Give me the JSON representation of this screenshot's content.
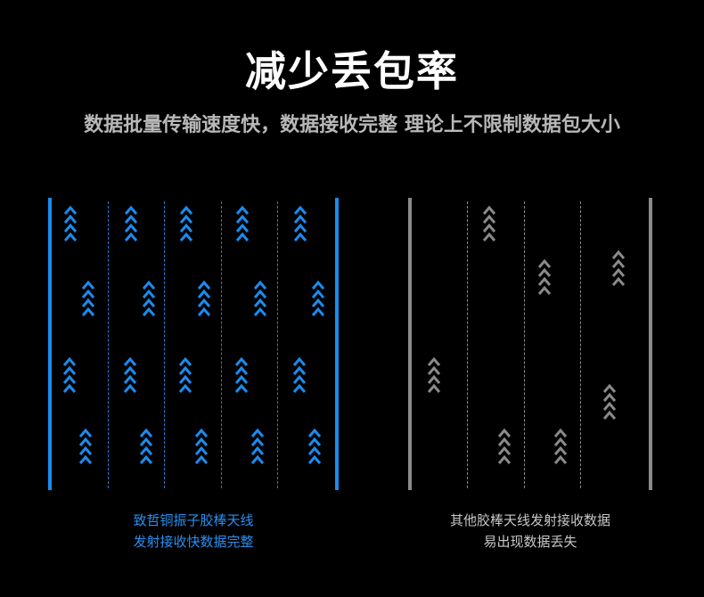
{
  "header": {
    "title": "减少丢包率",
    "subtitle": "数据批量传输速度快，数据接收完整 理论上不限制数据包大小"
  },
  "comparison": {
    "left": {
      "caption_line1": "致哲铜振子胶棒天线",
      "caption_line2": "发射接收快数据完整",
      "accent_color": "#1a8cf0",
      "caption_color": "#2a8ff0"
    },
    "right": {
      "caption_line1": "其他胶棒天线发射接收数据",
      "caption_line2": "易出现数据丢失",
      "accent_color": "#8a8a8a",
      "caption_color": "#c8c8c8"
    }
  },
  "icons": {
    "packet": "chevron-up-stack-icon"
  }
}
